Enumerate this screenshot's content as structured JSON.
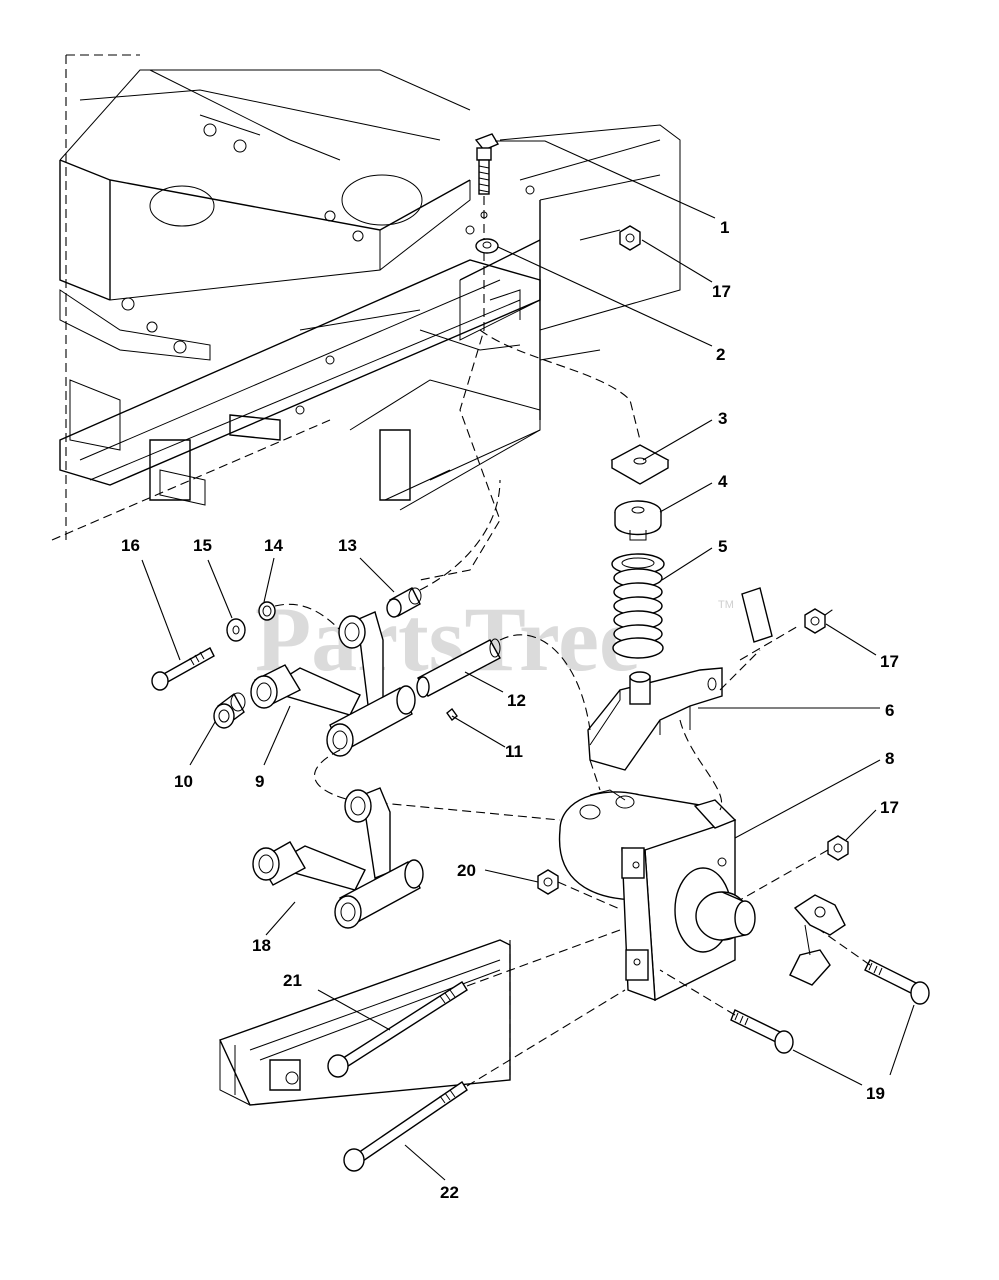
{
  "watermark": {
    "text": "PartsTree",
    "tm": "TM"
  },
  "callouts": [
    {
      "id": "c1",
      "label": "1"
    },
    {
      "id": "c2",
      "label": "2"
    },
    {
      "id": "c3",
      "label": "3"
    },
    {
      "id": "c4",
      "label": "4"
    },
    {
      "id": "c5",
      "label": "5"
    },
    {
      "id": "c6",
      "label": "6"
    },
    {
      "id": "c8",
      "label": "8"
    },
    {
      "id": "c9",
      "label": "9"
    },
    {
      "id": "c10",
      "label": "10"
    },
    {
      "id": "c11",
      "label": "11"
    },
    {
      "id": "c12",
      "label": "12"
    },
    {
      "id": "c13",
      "label": "13"
    },
    {
      "id": "c14",
      "label": "14"
    },
    {
      "id": "c15",
      "label": "15"
    },
    {
      "id": "c16",
      "label": "16"
    },
    {
      "id": "c17a",
      "label": "17"
    },
    {
      "id": "c17b",
      "label": "17"
    },
    {
      "id": "c17c",
      "label": "17"
    },
    {
      "id": "c18",
      "label": "18"
    },
    {
      "id": "c19",
      "label": "19"
    },
    {
      "id": "c20",
      "label": "20"
    },
    {
      "id": "c21",
      "label": "21"
    },
    {
      "id": "c22",
      "label": "22"
    }
  ]
}
